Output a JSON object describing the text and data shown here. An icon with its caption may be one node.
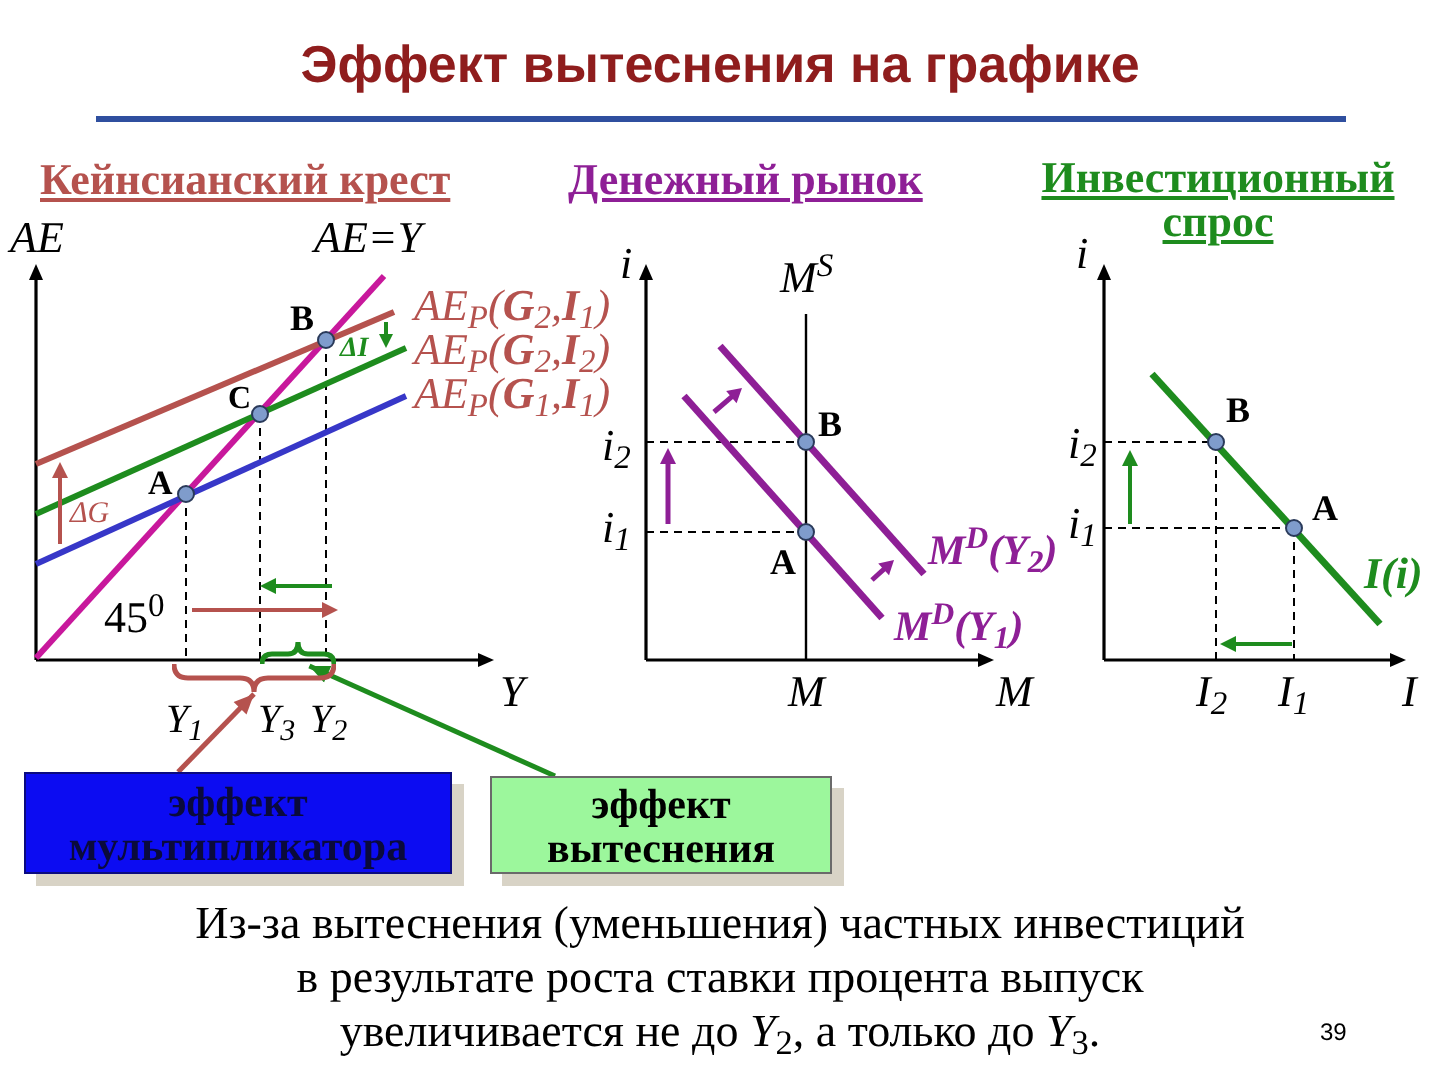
{
  "diagram": {
    "title": "Эффект вытеснения на графике",
    "nodes": [
      {
        "text": [],
        "shape": "brace"
      },
      {
        "text": [],
        "shape": "brace"
      },
      {
        "text": [
          "эффект мультипликатора"
        ]
      },
      {
        "text": [
          "эффект вытеснения"
        ]
      }
    ],
    "edges": [
      {
        "from": 2,
        "to": 1,
        "arrow": "to",
        "color": "#b5524e"
      },
      {
        "from": 3,
        "to": 0,
        "arrow": "to",
        "color": "#1e8c1e"
      }
    ],
    "labels": [
      "Кейнсианский крест",
      "Денежный рынок",
      "Инвестиционный спрос",
      "AE",
      "AE=Y",
      "i",
      "M$^{S}$",
      "i",
      "AE$_{P}$(**G**$_{2}$,**I**$_{1}$)",
      "B",
      "ΔI",
      "AE$_{P}$(**G**$_{2}$,**I**$_{2}$)",
      "C",
      "AE$_{P}$(**G**$_{1}$,**I**$_{1}$)",
      "B",
      "B",
      "i$_{2}$",
      "i$_{2}$",
      "A",
      "ΔG",
      "i$_{1}$",
      "A",
      "M$^{D}$(Y$_{2}$)",
      "i$_{1}$",
      "A",
      "I(i)",
      "45$^{0}$",
      "M$^{D}$(Y$_{1}$)",
      "Y",
      "M",
      "M",
      "I$_{2}$",
      "I$_{1}$",
      "I",
      "Y$_{1}$",
      "Y$_{3}$",
      "Y$_{2}$",
      "Из-за вытеснения (уменьшения) частных инвестиций в результате роста ставки процента выпуск увеличивается не до *Y*$_{2}$, а только до *Y*$_{3}$.",
      "39"
    ]
  }
}
